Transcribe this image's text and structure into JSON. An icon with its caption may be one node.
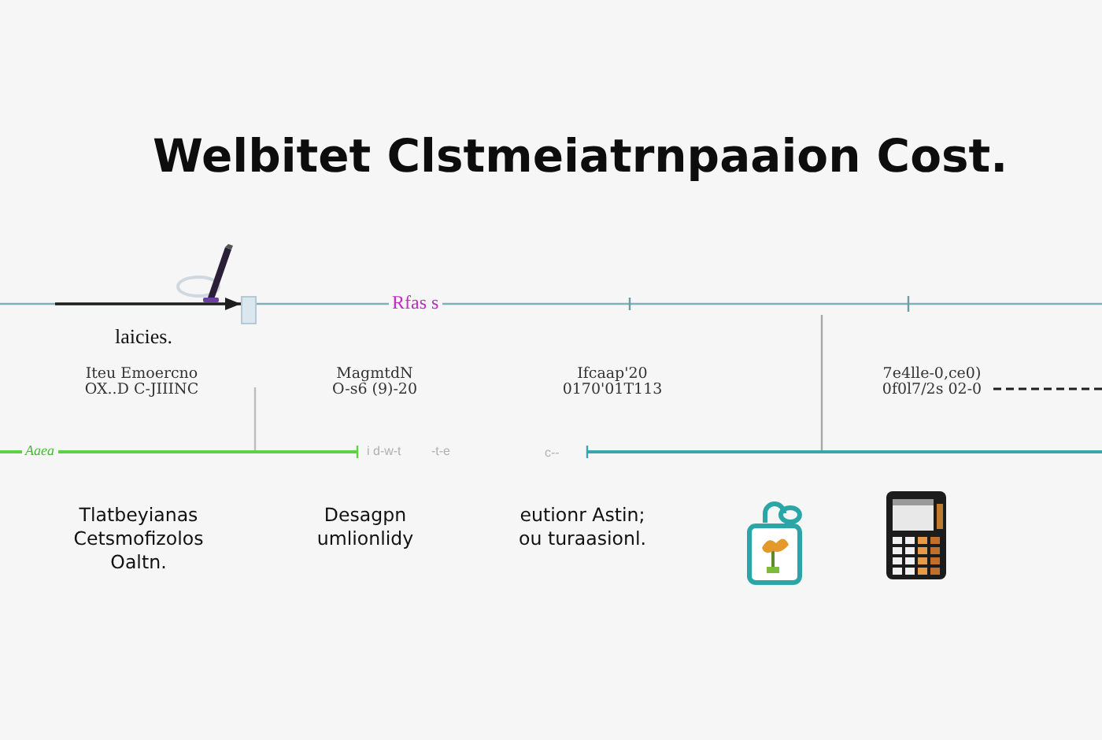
{
  "diagram": {
    "title": "Welbitet Clstmeiatrnpaaion Cost.",
    "nodes": [
      {
        "text": [],
        "shape": "box"
      },
      {
        "text": [
          "7e4lle-0,ce0) 0f0l7/2s 02-0"
        ]
      }
    ],
    "edges": [
      {
        "from": null,
        "to": 0,
        "arrow": "to"
      },
      {
        "from": 1,
        "to": null,
        "arrow": "none",
        "style": "dashed"
      }
    ],
    "labels": [
      "Rfas s",
      "laicies.",
      "Iteu Emoercno OX..D C-JIIINC",
      "MagmtdN O-s6 (9)-20",
      "Ifcaap'20 0170'01T113",
      "Aaea",
      "i d-w-t",
      "-t-e",
      "c--",
      "Tlatbeyianas Cetsmofizolos Oaltn.",
      "Desagpn umlionlidy",
      "eutionr Astin; ou turaasionl."
    ]
  }
}
